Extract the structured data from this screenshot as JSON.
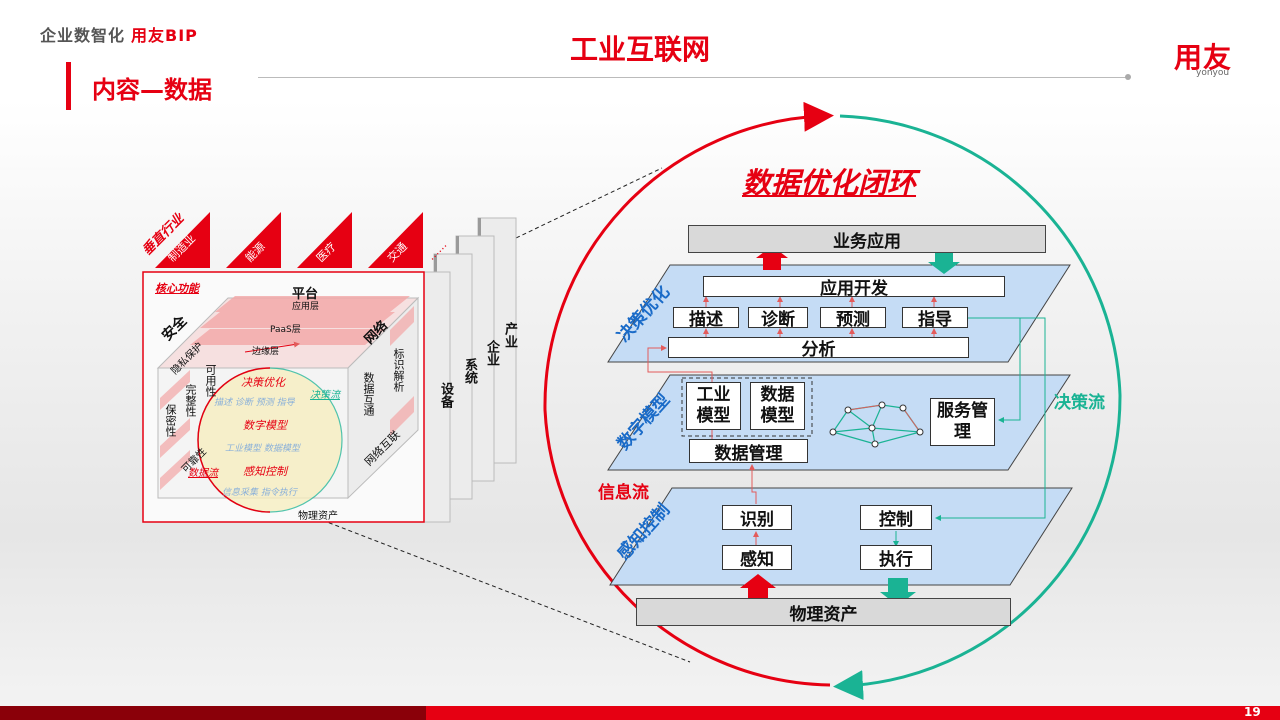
{
  "header": {
    "brand_left": "企业数智化",
    "brand_right": "用友BIP",
    "title": "工业互联网",
    "logo": "用友",
    "logo_sub": "yonyou",
    "section_title": "内容—数据",
    "page_number": "19"
  },
  "cube": {
    "vertical_industry": "垂直行业",
    "industries": [
      "制造业",
      "能源",
      "医疗",
      "交通"
    ],
    "more": "……",
    "core_function": "核心功能",
    "platform": "平台",
    "layers": [
      "应用层",
      "PaaS层",
      "边缘层"
    ],
    "security": "安全",
    "security_items": [
      "隐私保护",
      "可用性",
      "完整性",
      "保密性",
      "可靠性"
    ],
    "network": "网络",
    "network_items": [
      "标识解析",
      "数据互通",
      "网络互联"
    ],
    "inner": {
      "decision_opt": "决策优化",
      "decision_sub": "描述 诊断 预测 指导",
      "decision_flow": "决策流",
      "digital_model": "数字模型",
      "model_sub": "工业模型 数据模型",
      "info_flow": "数据流",
      "sense_control": "感知控制",
      "sense_sub": "信息采集 指令执行",
      "physical_asset": "物理资产"
    },
    "stack": [
      "设备",
      "系统",
      "企业",
      "产业"
    ]
  },
  "loop": {
    "title": "数据优化闭环",
    "top_box": "业务应用",
    "bottom_box": "物理资产",
    "info_flow": "信息流",
    "decision_flow": "决策流",
    "layer1": {
      "label": "决策优化",
      "app_dev": "应用开发",
      "items": [
        "描述",
        "诊断",
        "预测",
        "指导"
      ],
      "analysis": "分析"
    },
    "layer2": {
      "label": "数字模型",
      "industrial_model": "工业模型",
      "data_model": "数据模型",
      "data_mgmt": "数据管理",
      "service_mgmt": "服务管理"
    },
    "layer3": {
      "label": "感知控制",
      "identify": "识别",
      "control": "控制",
      "sense": "感知",
      "execute": "执行"
    }
  },
  "colors": {
    "brand_red": "#e60012",
    "teal": "#1ab394",
    "plane_blue": "#c5dcf5"
  }
}
